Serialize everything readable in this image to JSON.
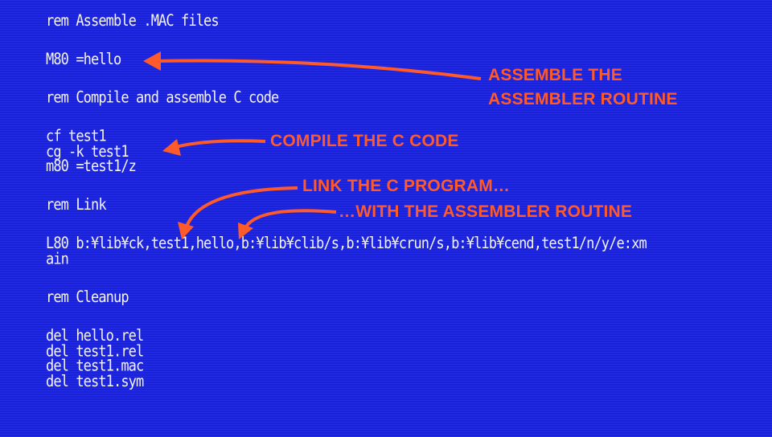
{
  "terminal": {
    "lines": [
      "rem Assemble .MAC files",
      "M80 =hello",
      "rem Compile and assemble C code",
      "cf test1",
      "cg -k test1",
      "m80 =test1/z",
      "rem Link",
      "L80 b:¥lib¥ck,test1,hello,b:¥lib¥clib/s,b:¥lib¥crun/s,b:¥lib¥cend,test1/n/y/e:xm",
      "ain",
      "rem Cleanup",
      "del hello.rel",
      "del test1.rel",
      "del test1.mac",
      "del test1.sym"
    ]
  },
  "annotations": {
    "assemble_line1": "ASSEMBLE THE",
    "assemble_line2": "ASSEMBLER ROUTINE",
    "compile": "COMPILE THE C CODE",
    "link_c": "LINK THE C PROGRAM…",
    "link_asm": "…WITH THE ASSEMBLER ROUTINE"
  },
  "colors": {
    "background": "#1c24e6",
    "terminal_text": "#f4f4f4",
    "annotation": "#ff5a2a"
  }
}
